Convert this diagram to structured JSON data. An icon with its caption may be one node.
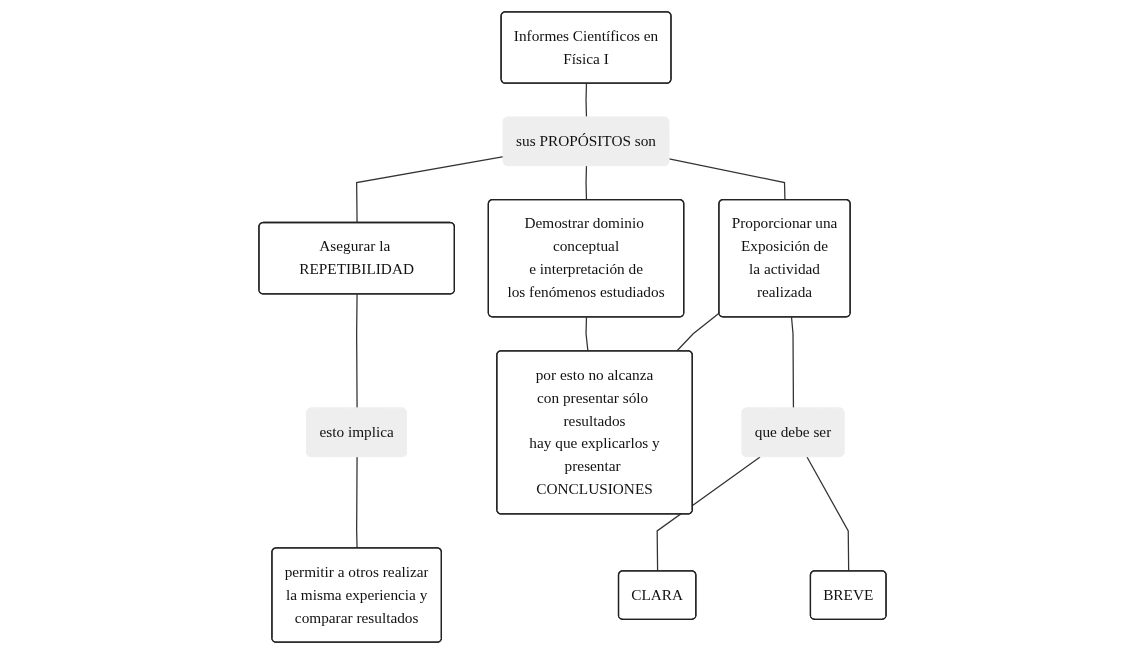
{
  "diagram": {
    "nodes": [
      {
        "text": [
          "Informes Científicos en Física I"
        ]
      },
      {
        "text": [
          "sus PROPÓSITOS son"
        ]
      },
      {
        "text": [
          "Asegurar la REPETIBILIDAD"
        ]
      },
      {
        "text": [
          "Demostrar dominio conceptual e interpretación de los fenómenos estudiados"
        ]
      },
      {
        "text": [
          "Proporcionar una Exposición de la actividad realizada"
        ]
      },
      {
        "text": [
          "esto implica"
        ]
      },
      {
        "text": [
          "permitir a otros realizar la misma experiencia y comparar resultados"
        ]
      },
      {
        "text": [
          "por esto no alcanza con presentar sólo resultados hay que explicarlos y presentar CONCLUSIONES"
        ]
      },
      {
        "text": [
          "que debe ser"
        ]
      },
      {
        "text": [
          "CLARA"
        ]
      },
      {
        "text": [
          "BREVE"
        ]
      }
    ],
    "edges": [
      {
        "from": 0,
        "to": 1,
        "arrow": "none"
      },
      {
        "from": 1,
        "to": 2,
        "arrow": "none"
      },
      {
        "from": 1,
        "to": 3,
        "arrow": "none"
      },
      {
        "from": 1,
        "to": 4,
        "arrow": "none"
      },
      {
        "from": 2,
        "to": 5,
        "arrow": "none"
      },
      {
        "from": 5,
        "to": 6,
        "arrow": "none"
      },
      {
        "from": 3,
        "to": 7,
        "arrow": "none"
      },
      {
        "from": 4,
        "to": 7,
        "arrow": "none"
      },
      {
        "from": 4,
        "to": 8,
        "arrow": "none"
      },
      {
        "from": 8,
        "to": 9,
        "arrow": "none"
      },
      {
        "from": 8,
        "to": 10,
        "arrow": "none"
      }
    ]
  }
}
